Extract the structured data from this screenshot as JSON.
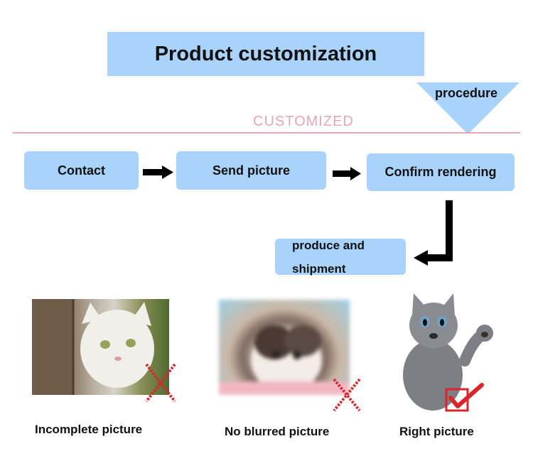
{
  "header": {
    "title": "Product customization",
    "procedure_label": "procedure",
    "section_label": "CUSTOMIZED"
  },
  "flow": {
    "steps": [
      {
        "label": "Contact"
      },
      {
        "label": "Send picture"
      },
      {
        "label": "Confirm rendering"
      },
      {
        "label_line1": "produce and",
        "label_line2": "shipment"
      }
    ]
  },
  "examples": [
    {
      "caption": "Incomplete picture",
      "mark": "red-cross-icon"
    },
    {
      "caption": "No blurred picture",
      "mark": "red-cross-icon"
    },
    {
      "caption": "Right picture",
      "mark": "red-checkbox-icon"
    }
  ],
  "colors": {
    "box_blue": "#a9d3fb",
    "divider_pink": "#e9a6b6",
    "mark_red": "#d8262c"
  }
}
